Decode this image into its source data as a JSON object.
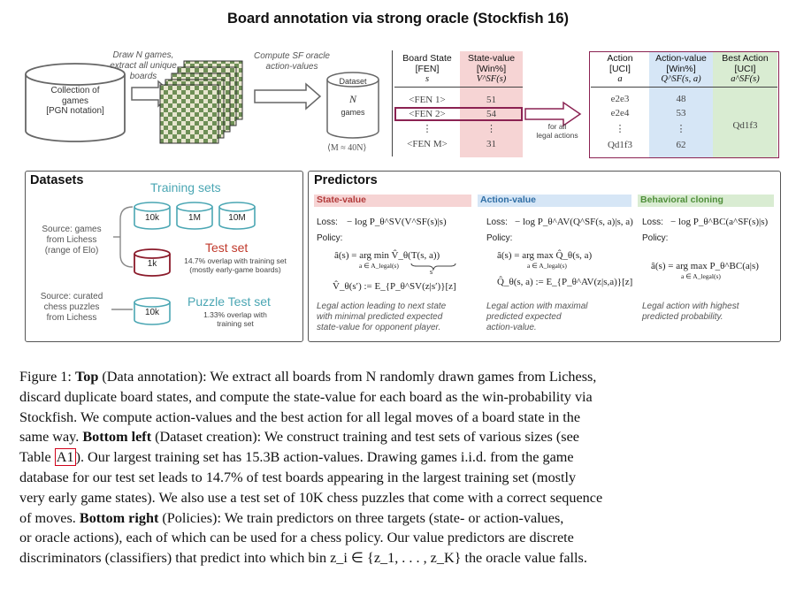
{
  "title": "Board annotation via strong oracle (Stockfish 16)",
  "top": {
    "collection": [
      "Collection of",
      "games",
      "[PGN notation]"
    ],
    "draw_text": [
      "Draw N games,",
      "extract all unique",
      "boards"
    ],
    "compute_text": [
      "Compute SF oracle",
      "action-values"
    ],
    "dataset_label": "Dataset",
    "dataset_n": "N",
    "dataset_games": "games",
    "m_note": "⟨M ≈ 40N⟩",
    "state_table": {
      "col1_header": [
        "Board State",
        "[FEN]",
        "s"
      ],
      "col2_header": [
        "State-value",
        "[Win%]",
        "V^SF(s)"
      ],
      "rows": [
        {
          "fen": "<FEN 1>",
          "value": "51"
        },
        {
          "fen": "<FEN 2>",
          "value": "54"
        },
        {
          "fen": "⋮",
          "value": "⋮"
        },
        {
          "fen": "<FEN M>",
          "value": "31"
        }
      ]
    },
    "legal_text": [
      "for all",
      "legal actions"
    ],
    "action_table": {
      "col1_header": [
        "Action",
        "[UCI]",
        "a"
      ],
      "col2_header": [
        "Action-value",
        "[Win%]",
        "Q^SF(s, a)"
      ],
      "col3_header": [
        "Best Action",
        "[UCI]",
        "a^SF(s)"
      ],
      "actions": [
        "e2e3",
        "e2e4",
        "⋮",
        "Qd1f3"
      ],
      "values": [
        "48",
        "53",
        "⋮",
        "62"
      ],
      "best": "Qd1f3"
    }
  },
  "datasets": {
    "title": "Datasets",
    "training_label": "Training sets",
    "training_sizes": [
      "10k",
      "1M",
      "10M"
    ],
    "source_lichess": [
      "Source: games",
      "from Lichess",
      "(range of Elo)"
    ],
    "test_label": "Test set",
    "test_size": "1k",
    "test_note": [
      "14.7% overlap with training set",
      "(mostly early-game boards)"
    ],
    "source_puzzles": [
      "Source: curated",
      "chess puzzles",
      "from Lichess"
    ],
    "puzzle_size": "10k",
    "puzzle_label": "Puzzle Test set",
    "puzzle_note": [
      "1.33% overlap with",
      "training set"
    ]
  },
  "predictors": {
    "title": "Predictors",
    "state": {
      "header": "State-value",
      "loss_label": "Loss:",
      "loss": "− log P_θ^SV(V^SF(s)|s)",
      "policy_label": "Policy:",
      "policy_eq": "â(s) = arg min V̂_θ(T(s, a))",
      "policy_sub": "a ∈ A_legal(s)",
      "brace_label": "s′",
      "value_eq": "V̂_θ(s′) := E_{P_θ^SV(z|s′)}[z]",
      "desc": [
        "Legal action leading to next state",
        "with minimal predicted expected",
        "state-value for opponent player."
      ]
    },
    "action": {
      "header": "Action-value",
      "loss_label": "Loss:",
      "loss": "− log P_θ^AV(Q^SF(s, a)|s, a)",
      "policy_label": "Policy:",
      "policy_eq": "â(s) = arg max Q̂_θ(s, a)",
      "policy_sub": "a ∈ A_legal(s)",
      "value_eq": "Q̂_θ(s, a) := E_{P_θ^AV(z|s,a)}[z]",
      "desc": [
        "Legal action with maximal",
        "predicted expected",
        "action-value."
      ]
    },
    "bc": {
      "header": "Behavioral cloning",
      "loss_label": "Loss:",
      "loss": "− log P_θ^BC(a^SF(s)|s)",
      "policy_label": "Policy:",
      "policy_eq": "â(s) = arg max P_θ^BC(a|s)",
      "policy_sub": "a ∈ A_legal(s)",
      "desc": [
        "Legal action with highest",
        "predicted probability."
      ]
    }
  },
  "caption": {
    "lines": [
      "Figure 1: |Top| (Data annotation): We extract all boards from N randomly drawn games from Lichess,",
      "discard duplicate board states, and compute the state-value for each board as the win-probability via",
      "Stockfish. We compute action-values and the best action for all legal moves of a board state in the",
      "same way. |Bottom left| (Dataset creation): We construct training and test sets of various sizes (see",
      "Table A1). Our largest training set has 15.3B action-values. Drawing games i.i.d. from the game",
      "database for our test set leads to 14.7% of test boards appearing in the largest training set (mostly",
      "very early game states). We also use a test set of 10K chess puzzles that come with a correct sequence",
      "of moves. |Bottom right| (Policies): We train predictors on three targets (state- or action-values,",
      "or oracle actions), each of which can be used for a chess policy. Our value predictors are discrete",
      "discriminators (classifiers) that predict into which bin z_i ∈ {z_1, . . . , z_K} the oracle value falls."
    ]
  },
  "colors": {
    "state_col": "#f6d4d4",
    "action_col": "#d6e6f6",
    "best_col": "#d9ecd2",
    "teal": "#4aa6b3",
    "red": "#c0392b",
    "highlight_border": "#8b2252"
  }
}
